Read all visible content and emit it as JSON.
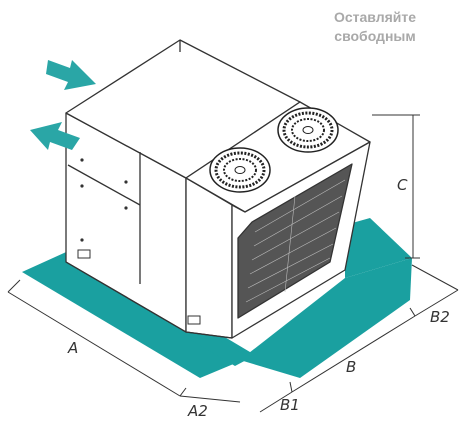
{
  "note": {
    "line1": "Оставляйте",
    "line2": "свободным"
  },
  "dimensions": {
    "a": "A",
    "a2": "A2",
    "b": "B",
    "b1": "B1",
    "b2": "B2",
    "c": "C"
  },
  "colors": {
    "clearance_zone": "#1aa0a0",
    "airflow_arrow": "#2aa6a6",
    "outline": "#333333"
  },
  "icons": {
    "intake_arrow": "arrow-right-icon",
    "exhaust_arrow": "arrow-left-icon",
    "fan": "fan-grille-icon"
  }
}
